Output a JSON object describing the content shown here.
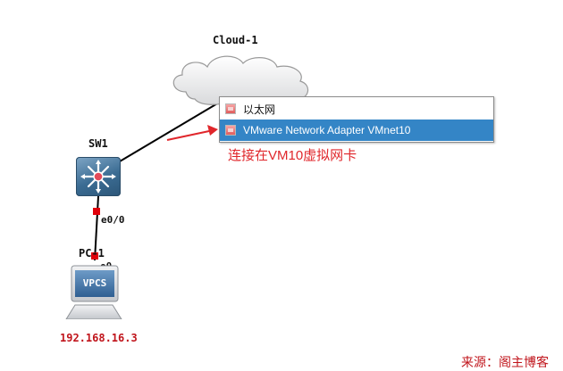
{
  "nodes": {
    "cloud": {
      "label": "Cloud-1"
    },
    "switch": {
      "label": "SW1"
    },
    "pc": {
      "label": "PC-1",
      "badge": "VPCS",
      "ip": "192.168.16.3"
    }
  },
  "ports": {
    "sw_e00": "e0/0",
    "pc_e0": "e0"
  },
  "context_menu": {
    "items": [
      {
        "label": "以太网",
        "selected": false
      },
      {
        "label": "VMware Network Adapter VMnet10",
        "selected": true
      }
    ]
  },
  "annotation": "连接在VM10虚拟网卡",
  "source_credit": "来源：阁主博客",
  "colors": {
    "link": "#000000",
    "port_marker": "#e0000a",
    "annotation": "#e0262b",
    "menu_selected": "#3485c6",
    "ip_text": "#c0141b"
  }
}
